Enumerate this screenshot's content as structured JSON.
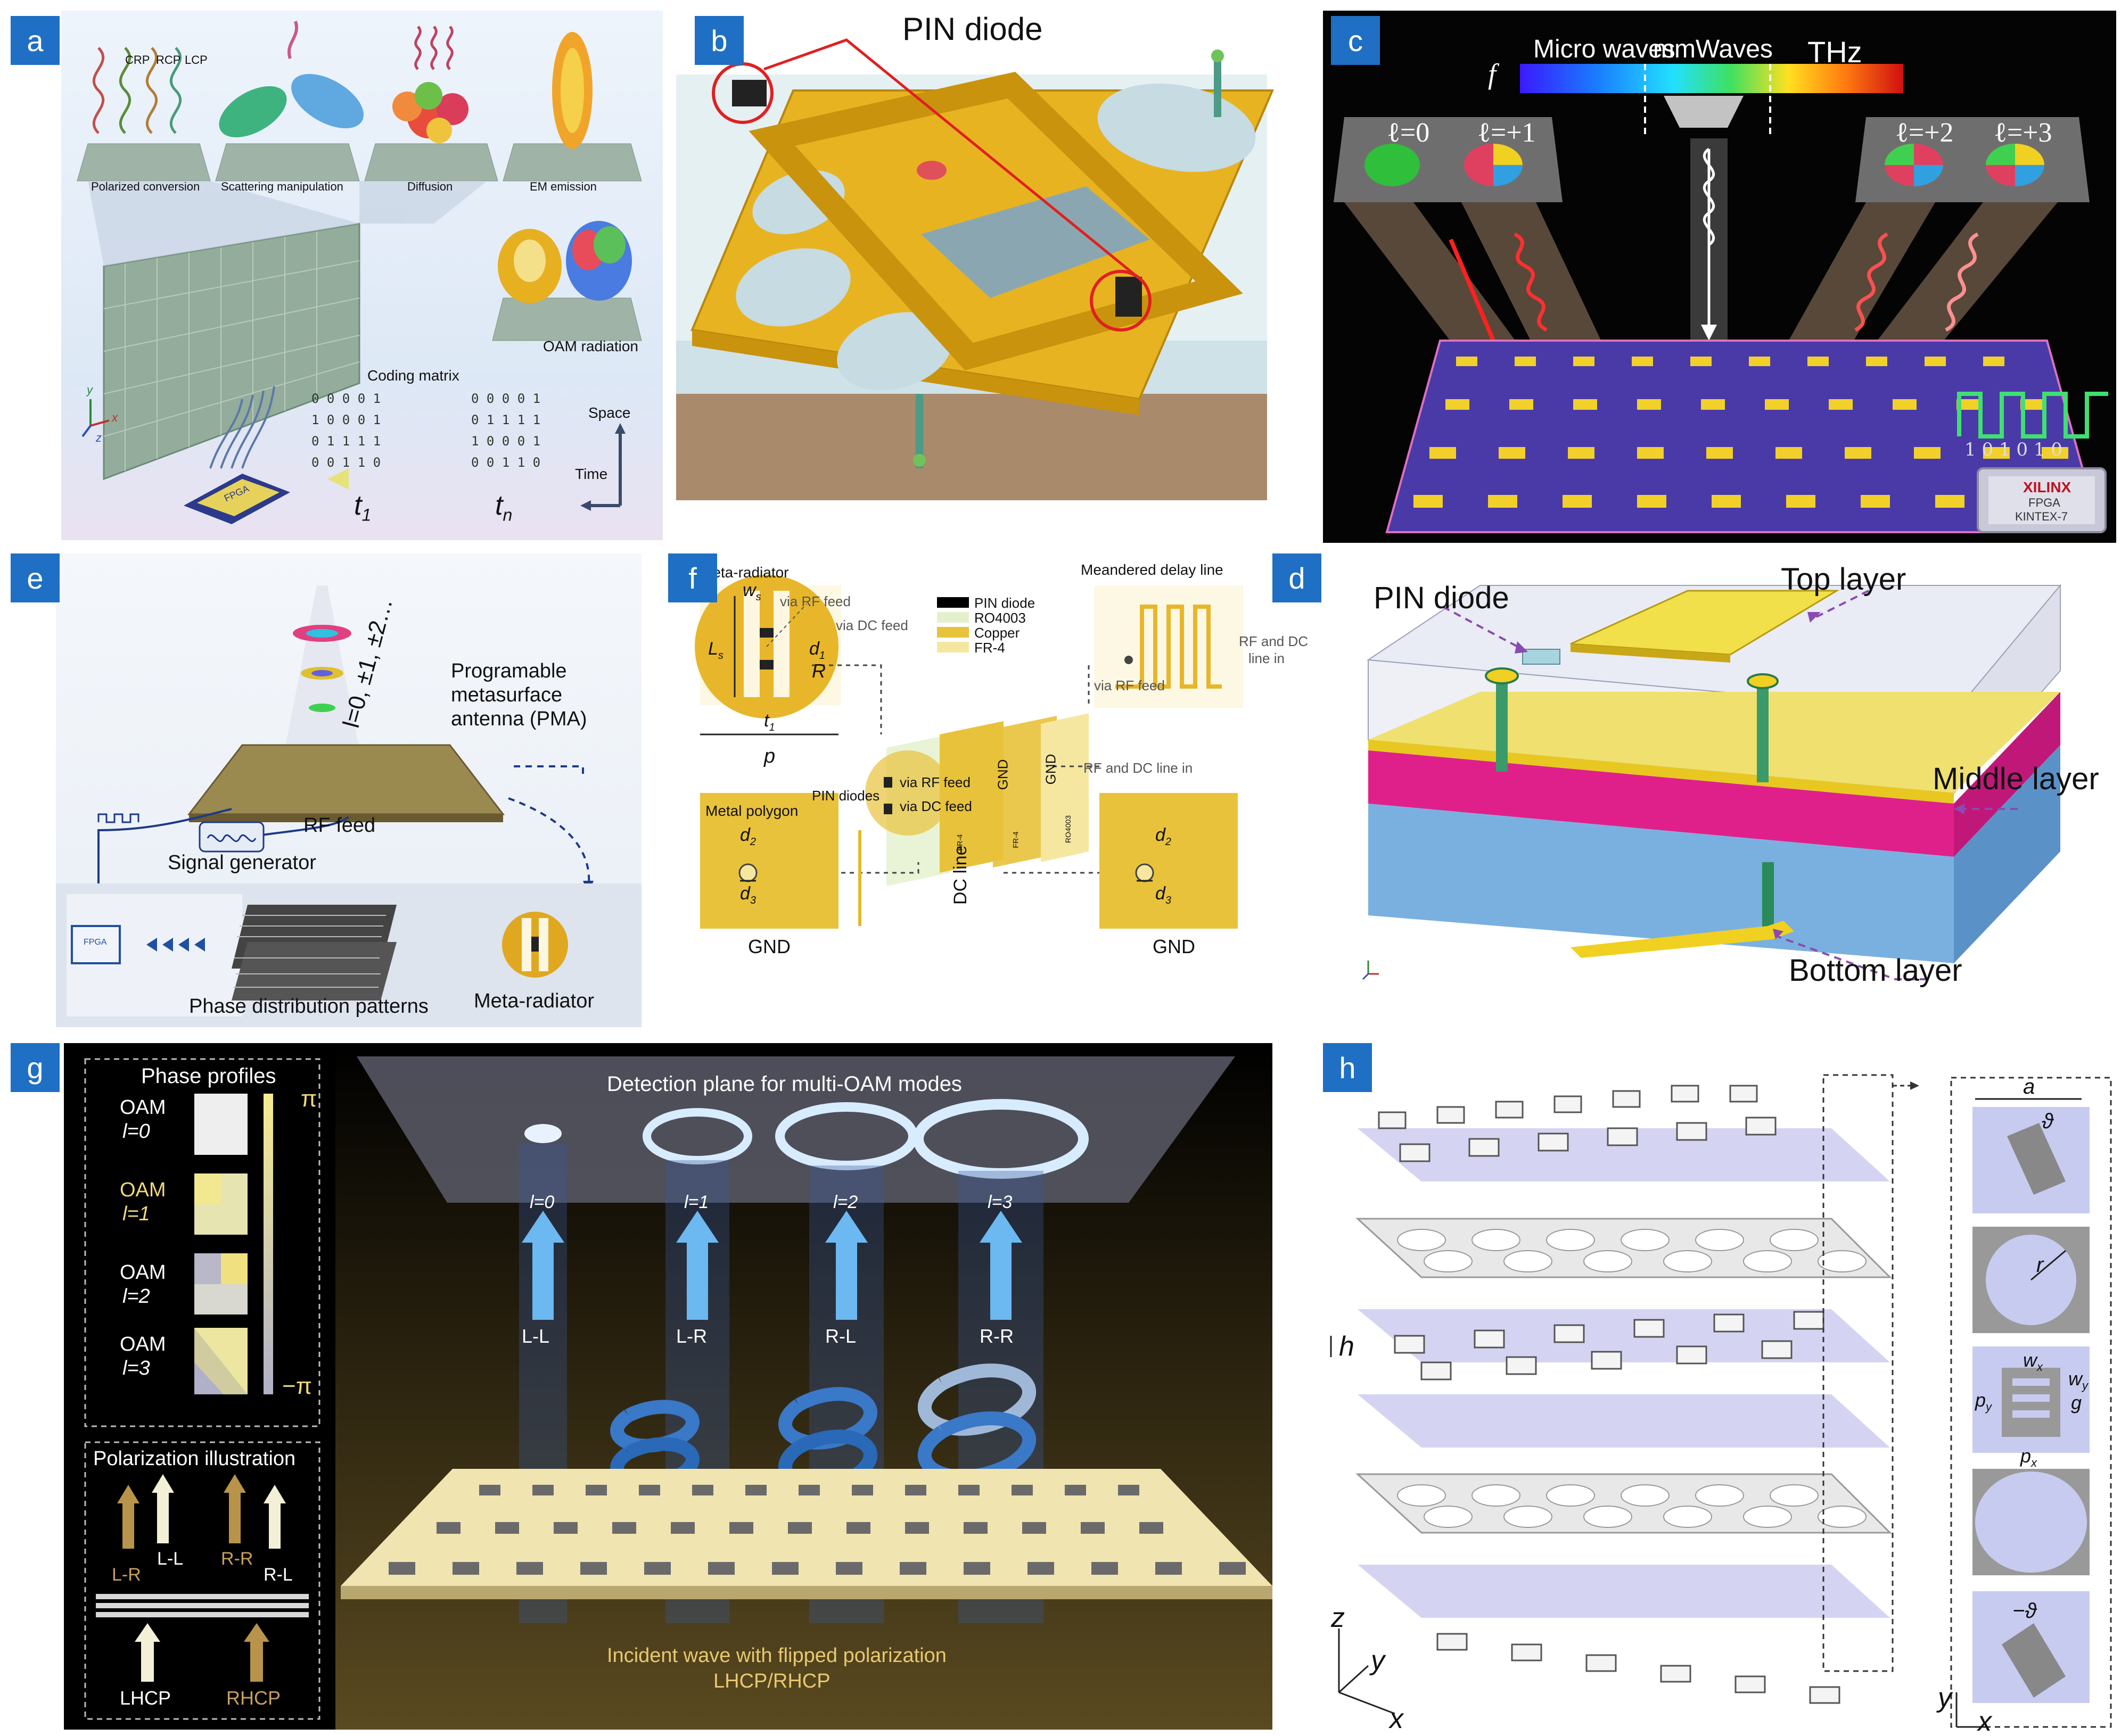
{
  "panels": {
    "a": {
      "label": "a",
      "modes": [
        "Polarized conversion",
        "Scattering manipulation",
        "Diffusion",
        "EM emission"
      ],
      "pol": [
        "CRP",
        "RCP",
        "LCP"
      ],
      "oam": "OAM radiation",
      "coding": "Coding matrix",
      "fpga": "FPGA",
      "space": "Space",
      "time": "Time",
      "t1": "t",
      "t1sub": "1",
      "tn": "t",
      "tnsub": "n",
      "bits": [
        "0 0 0 0 1",
        "1 0 0 0 1",
        "0 1 1 1 1",
        "0 0 1 1 0"
      ],
      "axes": [
        "y",
        "x",
        "z"
      ]
    },
    "b": {
      "label": "b",
      "pin": "PIN diode"
    },
    "c": {
      "label": "c",
      "f": "f",
      "bands": [
        "Micro waves",
        "mmWaves",
        "THz"
      ],
      "modes": [
        "ℓ=0",
        "ℓ=+1",
        "ℓ=+2",
        "ℓ=+3"
      ],
      "bits": "1 0 1 0 1 0",
      "chip": [
        "XILINX",
        "FPGA",
        "KINTEX-7"
      ]
    },
    "d": {
      "label": "d",
      "pin": "PIN diode",
      "top": "Top layer",
      "middle": "Middle layer",
      "bottom": "Bottom layer"
    },
    "e": {
      "label": "e",
      "modes": "l=0, ±1, ±2…",
      "pma": [
        "Programable",
        "metasurface",
        "antenna (PMA)"
      ],
      "rf": "RF feed",
      "sig": "Signal generator",
      "phase": "Phase distribution patterns",
      "meta": "Meta-radiator",
      "fpga": "FPGA"
    },
    "f": {
      "label": "f",
      "meta_radiator": "Meta-radiator",
      "ws": "w",
      "ws_sub": "s",
      "ls": "L",
      "ls_sub": "s",
      "t1": "t",
      "t1_sub": "1",
      "p": "p",
      "d1": "d",
      "d1_sub": "1",
      "R": "R",
      "via_rf": "via RF feed",
      "via_dc": "via DC feed",
      "legend": [
        "PIN diode",
        "RO4003",
        "Copper",
        "FR-4"
      ],
      "legend_colors": [
        "#000000",
        "#e4f0cc",
        "#e8c23a",
        "#f6e7a0"
      ],
      "meander": "Meandered delay line",
      "via_rf2": "via RF feed",
      "rfdc": [
        "RF and DC",
        "line in"
      ],
      "gnd_top": "GND",
      "gnd_top2": "GND",
      "pin_diodes": "PIN diodes",
      "via_rf3": "via RF feed",
      "via_dc3": "via DC feed",
      "rfdc2": "RF and DC line in",
      "fr4a": "FR-4",
      "fr4b": "FR-4",
      "ro": "RO4003",
      "poly": "Metal polygon",
      "d2": "d",
      "d2_sub": "2",
      "d3": "d",
      "d3_sub": "3",
      "dc": "DC line",
      "gnd1": "GND",
      "gnd2": "GND",
      "d2b": "d",
      "d3b": "d"
    },
    "g": {
      "label": "g",
      "phase_profiles": "Phase profiles",
      "oam_rows": [
        [
          "OAM",
          "l=0"
        ],
        [
          "OAM",
          "l=1"
        ],
        [
          "OAM",
          "l=2"
        ],
        [
          "OAM",
          "l=3"
        ]
      ],
      "pi": "π",
      "mpi": "−π",
      "pol_illus": "Polarization illustration",
      "pol_labels": [
        "L-L",
        "R-R",
        "L-R",
        "R-L"
      ],
      "lhcp": "LHCP",
      "rhcp": "RHCP",
      "detection": "Detection plane for multi-OAM modes",
      "modes": [
        "l=0",
        "l=1",
        "l=2",
        "l=3"
      ],
      "beams": [
        "L-L",
        "L-R",
        "R-L",
        "R-R"
      ],
      "incident": [
        "Incident wave with flipped polarization",
        "LHCP/RHCP"
      ]
    },
    "h": {
      "label": "h",
      "a": "a",
      "theta": "ϑ",
      "r": "r",
      "wx": "w",
      "wx_sub": "x",
      "wy": "w",
      "wy_sub": "y",
      "py": "p",
      "py_sub": "y",
      "g": "g",
      "px": "p",
      "px_sub": "x",
      "mtheta": "−ϑ",
      "h": "h",
      "axes": [
        "z",
        "y",
        "x"
      ],
      "axes2": [
        "y",
        "x"
      ]
    }
  }
}
